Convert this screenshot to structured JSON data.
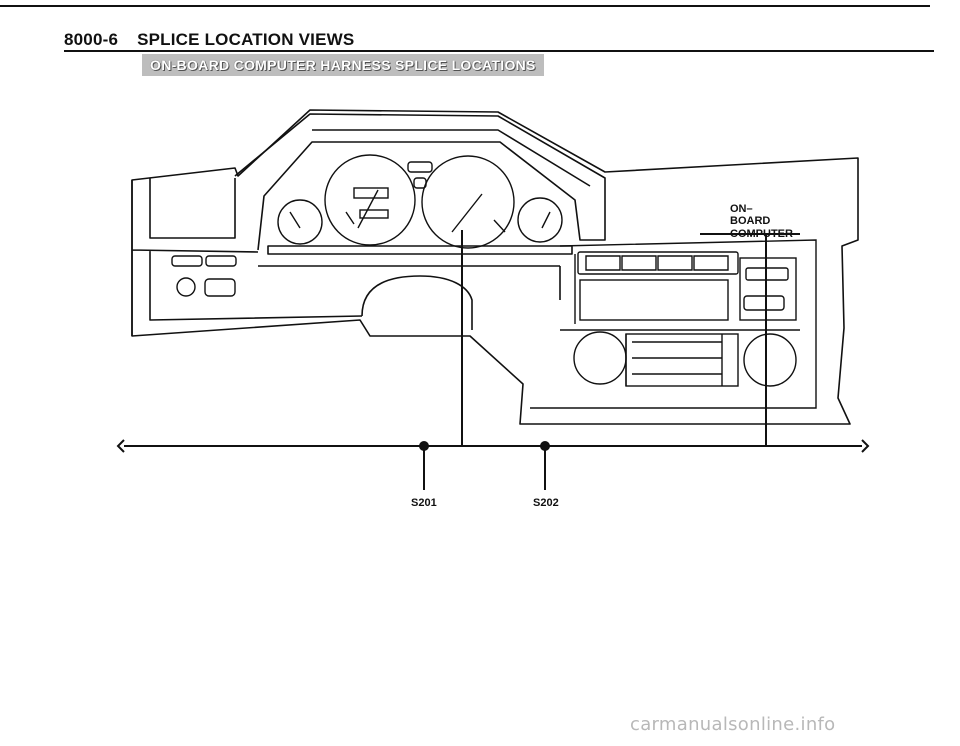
{
  "header": {
    "page_number": "8000-6",
    "title": "SPLICE LOCATION VIEWS"
  },
  "banner": {
    "text": "ON-BOARD COMPUTER HARNESS SPLICE LOCATIONS"
  },
  "diagram": {
    "component_label_lines": [
      "ON–",
      "BOARD",
      "COMPUTER"
    ],
    "splices": [
      {
        "id": "S201"
      },
      {
        "id": "S202"
      }
    ]
  },
  "watermark": {
    "text": "carmanualsonline.info"
  }
}
